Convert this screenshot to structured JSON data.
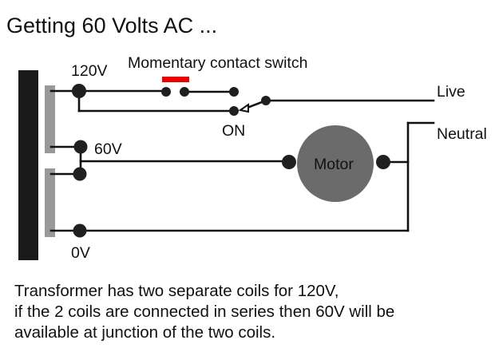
{
  "title": "Getting 60 Volts AC ...",
  "colors": {
    "wire": "#111111",
    "core": "#1a1a1a",
    "coil": "#999999",
    "node": "#1f1f1f",
    "switch_button": "#ee0000",
    "motor": "#6b6b6b"
  },
  "labels": {
    "tap_120v": "120V",
    "tap_60v": "60V",
    "tap_0v": "0V",
    "momentary_switch": "Momentary contact switch",
    "switch_on": "ON",
    "live": "Live",
    "neutral": "Neutral",
    "motor": "Motor"
  },
  "components": [
    {
      "id": "transformer-core",
      "type": "core"
    },
    {
      "id": "coil-upper",
      "type": "coil",
      "rating": "120V"
    },
    {
      "id": "coil-lower",
      "type": "coil",
      "rating": "120V"
    },
    {
      "id": "momentary-switch",
      "type": "push-button switch"
    },
    {
      "id": "toggle-switch",
      "type": "SPDT switch",
      "position": "ON"
    },
    {
      "id": "motor",
      "type": "motor"
    }
  ],
  "note": {
    "lines": [
      "Transformer has two separate coils for 120V,",
      "if the 2 coils are connected in series then 60V will be",
      "available at junction of the two coils."
    ]
  }
}
